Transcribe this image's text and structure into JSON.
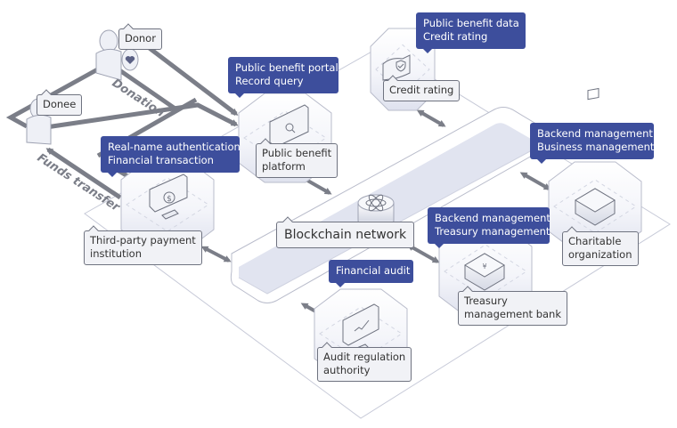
{
  "colors": {
    "callout_bg": "#3d4e9c",
    "label_bg": "#f1f2f6",
    "arrow": "#7b7e88",
    "platform_fill": "#e3e5f0",
    "platform_stroke": "#b9bccb"
  },
  "actors": {
    "donor": {
      "label": "Donor",
      "icon": "person-heart-icon"
    },
    "donee": {
      "label": "Donee",
      "icon": "person-icon"
    }
  },
  "flows": {
    "donation": "Donation",
    "funds_transfer": "Funds transfer"
  },
  "nodes": {
    "credit_rating": {
      "label": "Credit rating",
      "icon": "shield-check-icon",
      "callout": [
        "Public benefit data",
        "Credit rating"
      ]
    },
    "public_benefit_platform": {
      "label": [
        "Public benefit",
        "platform"
      ],
      "icon": "search-monitor-icon",
      "callout": [
        "Public benefit portal",
        "Record query"
      ]
    },
    "third_party_payment": {
      "label": [
        "Third-party payment",
        "institution"
      ],
      "icon": "dollar-monitor-icon",
      "callout": [
        "Real-name authentication",
        "Financial transaction"
      ]
    },
    "blockchain_network": {
      "label": "Blockchain network",
      "icon": "atom-database-icon"
    },
    "charitable_organization": {
      "label": [
        "Charitable",
        "organization"
      ],
      "icon": "heart-server-icon",
      "callout": [
        "Backend management",
        "Business management"
      ]
    },
    "treasury_bank": {
      "label": [
        "Treasury",
        "management bank"
      ],
      "icon": "yen-server-icon",
      "callout": [
        "Backend management",
        "Treasury management"
      ]
    },
    "audit_authority": {
      "label": [
        "Audit regulation",
        "authority"
      ],
      "icon": "chart-monitor-icon",
      "callout": [
        "Financial audit"
      ]
    }
  }
}
